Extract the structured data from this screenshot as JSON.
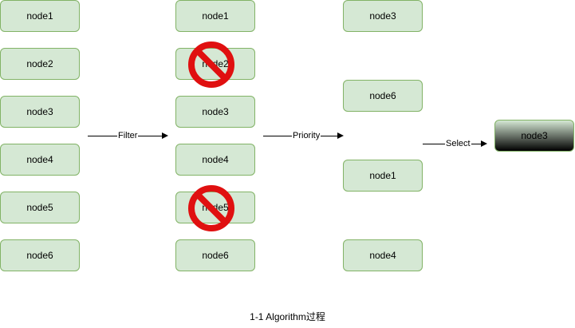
{
  "columns": {
    "all_nodes": [
      "node1",
      "node2",
      "node3",
      "node4",
      "node5",
      "node6"
    ],
    "filtered_nodes": [
      "node1",
      "node2",
      "node3",
      "node4",
      "node5",
      "node6"
    ],
    "prioritized_nodes": [
      "node3",
      "node6",
      "node1",
      "node4"
    ],
    "selected_node": "node3"
  },
  "edges": {
    "filter_label": "Filter",
    "priority_label": "Priority",
    "select_label": "Select"
  },
  "caption": "1-1 Algorithm过程",
  "colors": {
    "node_fill": "#d5e8d4",
    "node_border": "#82b366",
    "prohibit_red": "#e01010"
  }
}
